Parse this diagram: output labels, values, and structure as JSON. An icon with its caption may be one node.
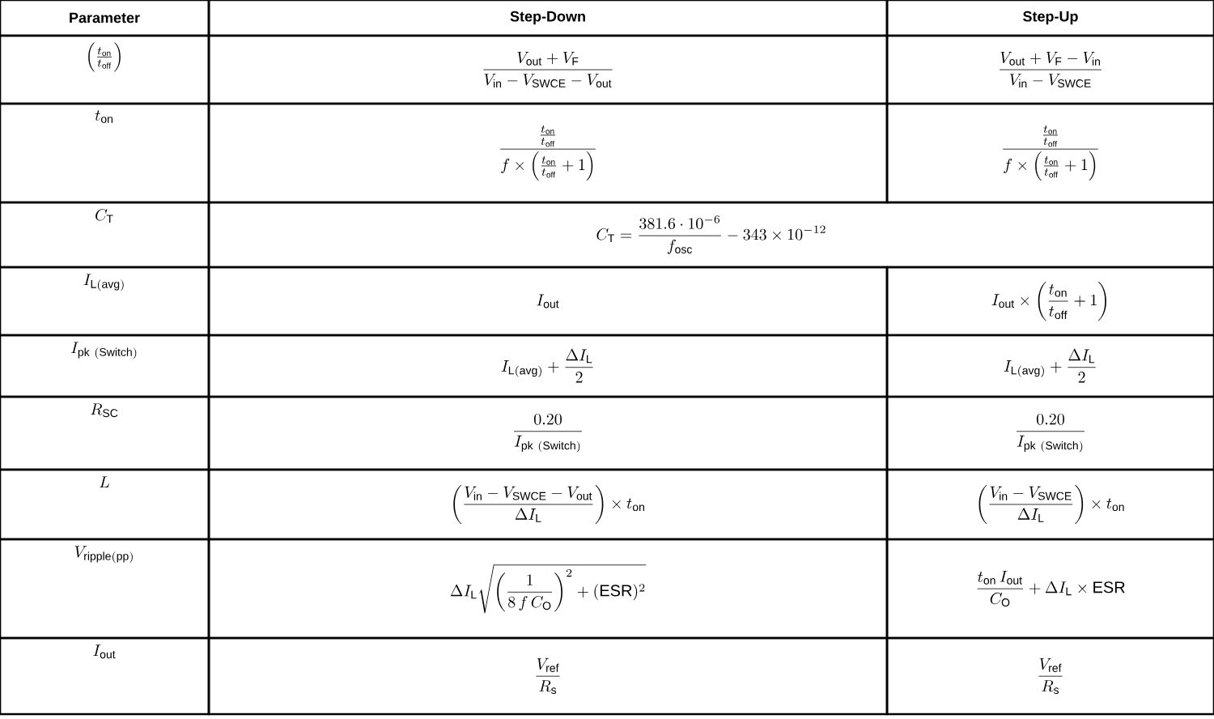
{
  "diagram": {
    "labels": [
      "Parameter",
      "Step-Down",
      "Step-Up",
      "\\left(\\frac{t_{\\mathrm{on}}}{t_{\\mathrm{off}}}\\right)",
      "\\frac{V_{\\mathrm{out}}+V_{\\mathrm{F}}}{V_{\\mathrm{in}}-V_{\\mathrm{SWCE}}-V_{\\mathrm{out}}}",
      "\\frac{V_{\\mathrm{out}}+V_{\\mathrm{F}}-V_{\\mathrm{in}}}{V_{\\mathrm{in}}-V_{\\mathrm{SWCE}}}",
      "t_{\\mathrm{on}}",
      "\\frac{\\frac{t_{\\mathrm{on}}}{t_{\\mathrm{off}}}}{f\\times\\left(\\frac{t_{\\mathrm{on}}}{t_{\\mathrm{off}}}+1\\right)}",
      "\\frac{\\frac{t_{\\mathrm{on}}}{t_{\\mathrm{off}}}}{f\\times\\left(\\frac{t_{\\mathrm{on}}}{t_{\\mathrm{off}}}+1\\right)}",
      "C_{\\mathrm{T}}",
      "C_{\\mathrm{T}}=\\frac{381.6\\cdot 10^{-6}}{f_{\\mathrm{osc}}}-343\\times 10^{-12}",
      "I_{\\mathrm{L(avg)}}",
      "I_{\\mathrm{out}}",
      "I_{\\mathrm{out}}\\times\\left(\\frac{t_{\\mathrm{on}}}{t_{\\mathrm{off}}}+1\\right)",
      "I_{\\mathrm{pk\\ (Switch)}}",
      "I_{\\mathrm{L(avg)}}+\\frac{\\Delta I_{\\mathrm{L}}}{2}",
      "I_{\\mathrm{L(avg)}}+\\frac{\\Delta I_{\\mathrm{L}}}{2}",
      "R_{\\mathrm{SC}}",
      "\\frac{0.20}{I_{\\mathrm{pk\\ (Switch)}}}",
      "\\frac{0.20}{I_{\\mathrm{pk\\ (Switch)}}}",
      "L",
      "\\left(\\frac{V_{\\mathrm{in}}-V_{\\mathrm{SWCE}}-V_{\\mathrm{out}}}{\\Delta I_{\\mathrm{L}}}\\right)\\times t_{\\mathrm{on}}",
      "\\left(\\frac{V_{\\mathrm{in}}-V_{\\mathrm{SWCE}}}{\\Delta I_{\\mathrm{L}}}\\right)\\times t_{\\mathrm{on}}",
      "V_{\\mathrm{ripple(pp)}}",
      "\\Delta I_{\\mathrm{L}}\\sqrt{\\left(\\frac{1}{8\\,f\\,C_{\\mathrm{O}}}\\right)^{2}+(\\mathrm{ESR})^{2}}",
      "\\frac{t_{\\mathrm{on}}\\,I_{\\mathrm{out}}}{C_{\\mathrm{O}}}+\\Delta I_{\\mathrm{L}}\\times\\mathrm{ESR}",
      "I_{\\mathrm{out}}",
      "\\frac{V_{\\mathrm{ref}}}{R_{\\mathrm{s}}}",
      "\\frac{V_{\\mathrm{ref}}}{R_{\\mathrm{s}}}"
    ]
  }
}
